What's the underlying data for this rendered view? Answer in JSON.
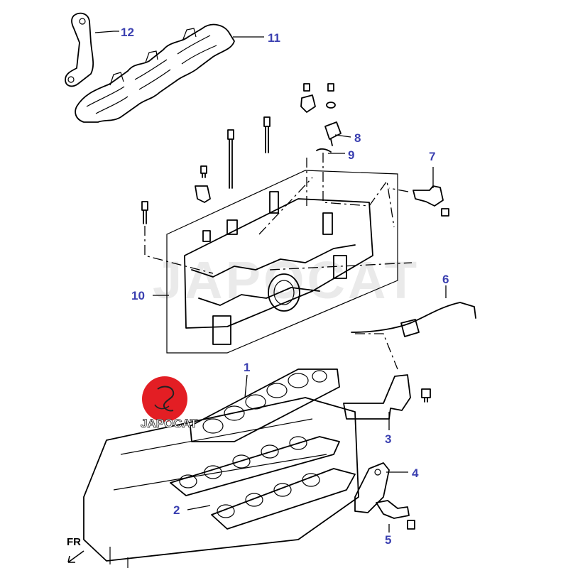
{
  "diagram": {
    "watermark": "JAPOCAT",
    "logo_text": "JAPOCAT",
    "direction_label": "FR",
    "colors": {
      "callout": "#3a3fb0",
      "logo_red": "#e31e24",
      "line": "#000000"
    },
    "callouts": [
      {
        "id": "1",
        "label": "1"
      },
      {
        "id": "2",
        "label": "2"
      },
      {
        "id": "3",
        "label": "3"
      },
      {
        "id": "4",
        "label": "4"
      },
      {
        "id": "5",
        "label": "5"
      },
      {
        "id": "6",
        "label": "6"
      },
      {
        "id": "7",
        "label": "7"
      },
      {
        "id": "8",
        "label": "8"
      },
      {
        "id": "9",
        "label": "9"
      },
      {
        "id": "10",
        "label": "10"
      },
      {
        "id": "11",
        "label": "11"
      },
      {
        "id": "12",
        "label": "12"
      }
    ]
  }
}
